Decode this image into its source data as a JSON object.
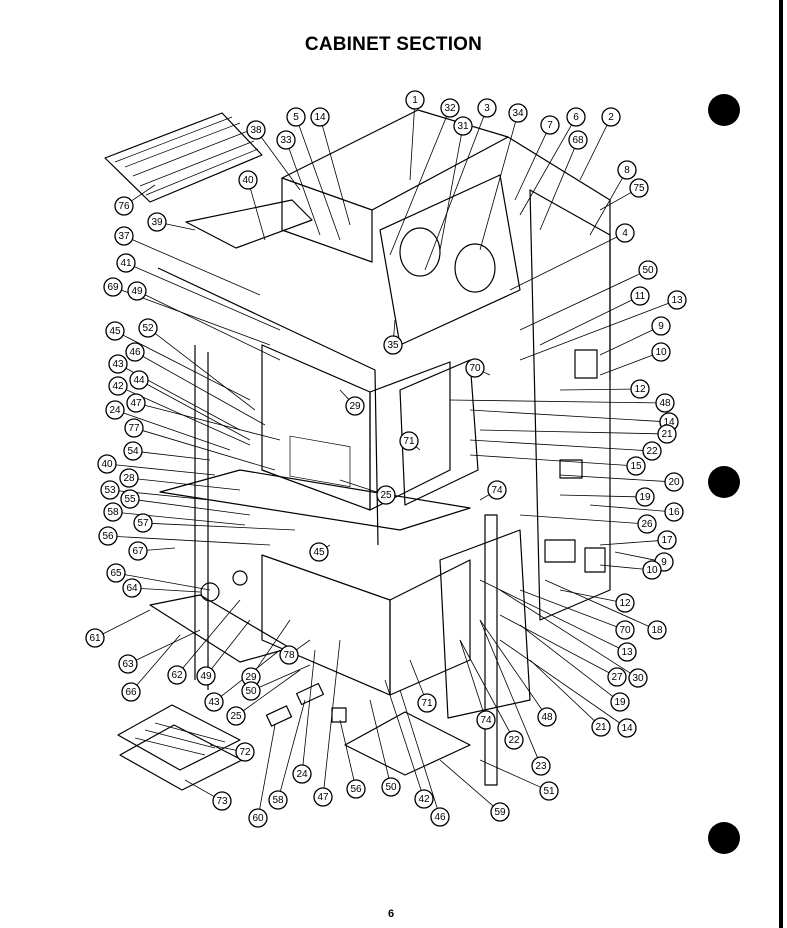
{
  "title": "CABINET SECTION",
  "page_number": "6",
  "callouts": [
    "1",
    "32",
    "3",
    "34",
    "7",
    "6",
    "2",
    "68",
    "8",
    "75",
    "5",
    "14",
    "38",
    "33",
    "31",
    "40",
    "76",
    "39",
    "37",
    "4",
    "41",
    "50",
    "11",
    "69",
    "49",
    "13",
    "45",
    "52",
    "9",
    "46",
    "10",
    "43",
    "44",
    "70",
    "12",
    "42",
    "47",
    "48",
    "14",
    "24",
    "71",
    "21",
    "77",
    "22",
    "15",
    "54",
    "40",
    "20",
    "28",
    "53",
    "55",
    "25",
    "74",
    "19",
    "16",
    "58",
    "57",
    "26",
    "17",
    "56",
    "45",
    "9",
    "67",
    "10",
    "65",
    "64",
    "12",
    "61",
    "70",
    "18",
    "13",
    "63",
    "30",
    "62",
    "49",
    "27",
    "66",
    "29",
    "78",
    "19",
    "43",
    "50",
    "21",
    "14",
    "25",
    "71",
    "74",
    "48",
    "22",
    "72",
    "60",
    "58",
    "24",
    "47",
    "56",
    "50",
    "42",
    "46",
    "59",
    "23",
    "51",
    "73",
    "29",
    "35"
  ]
}
